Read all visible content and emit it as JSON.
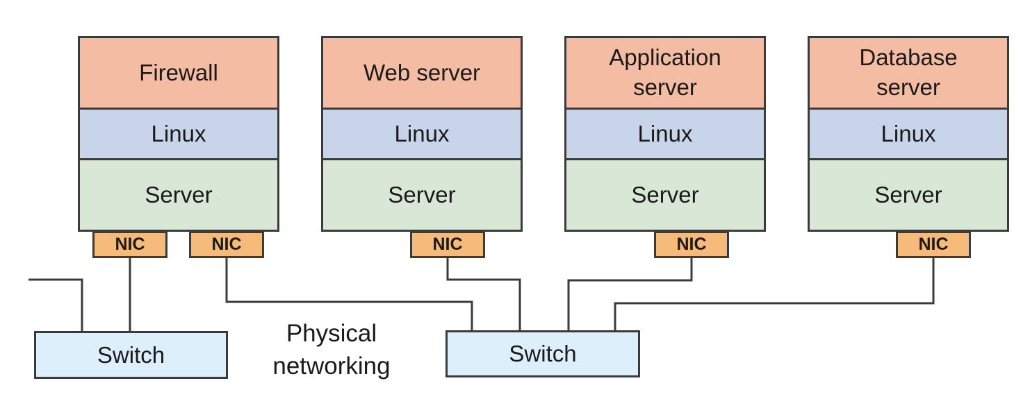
{
  "diagram": {
    "caption": "Physical networking",
    "stacks": [
      {
        "id": "firewall",
        "app_label": "Firewall",
        "os_label": "Linux",
        "hw_label": "Server",
        "nics": [
          "NIC",
          "NIC"
        ]
      },
      {
        "id": "web-server",
        "app_label": "Web server",
        "os_label": "Linux",
        "hw_label": "Server",
        "nics": [
          "NIC"
        ]
      },
      {
        "id": "application-server",
        "app_label": "Application server",
        "os_label": "Linux",
        "hw_label": "Server",
        "nics": [
          "NIC"
        ]
      },
      {
        "id": "database-server",
        "app_label": "Database server",
        "os_label": "Linux",
        "hw_label": "Server",
        "nics": [
          "NIC"
        ]
      }
    ],
    "switches": [
      {
        "id": "switch-left",
        "label": "Switch"
      },
      {
        "id": "switch-right",
        "label": "Switch"
      }
    ],
    "colors": {
      "application_layer": "#f5bca4",
      "os_layer": "#c8d4ea",
      "hardware_layer": "#d9e8d6",
      "nic": "#f6ba7a",
      "switch": "#ddeffa",
      "outline": "#3b3b3b",
      "text": "#1a1a1a"
    }
  }
}
